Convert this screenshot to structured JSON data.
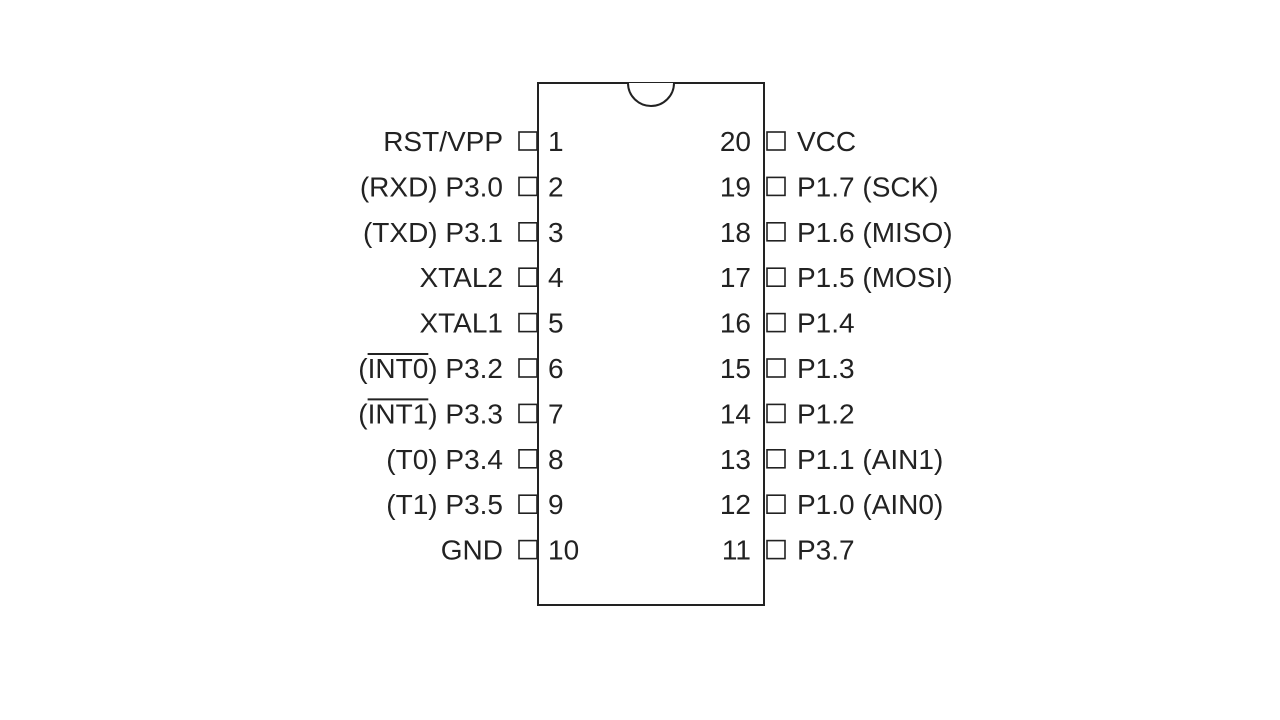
{
  "chip": {
    "left_pins": [
      {
        "num": "1",
        "parts": [
          {
            "t": "RST/VPP"
          }
        ]
      },
      {
        "num": "2",
        "parts": [
          {
            "t": "(RXD) P3.0"
          }
        ]
      },
      {
        "num": "3",
        "parts": [
          {
            "t": "(TXD) P3.1"
          }
        ]
      },
      {
        "num": "4",
        "parts": [
          {
            "t": "XTAL2"
          }
        ]
      },
      {
        "num": "5",
        "parts": [
          {
            "t": "XTAL1"
          }
        ]
      },
      {
        "num": "6",
        "parts": [
          {
            "t": "("
          },
          {
            "t": "INT0",
            "over": true
          },
          {
            "t": ") P3.2"
          }
        ]
      },
      {
        "num": "7",
        "parts": [
          {
            "t": "("
          },
          {
            "t": "INT1",
            "over": true
          },
          {
            "t": ") P3.3"
          }
        ]
      },
      {
        "num": "8",
        "parts": [
          {
            "t": "(T0) P3.4"
          }
        ]
      },
      {
        "num": "9",
        "parts": [
          {
            "t": "(T1) P3.5"
          }
        ]
      },
      {
        "num": "10",
        "parts": [
          {
            "t": "GND"
          }
        ]
      }
    ],
    "right_pins": [
      {
        "num": "20",
        "label": "VCC"
      },
      {
        "num": "19",
        "label": "P1.7 (SCK)"
      },
      {
        "num": "18",
        "label": "P1.6 (MISO)"
      },
      {
        "num": "17",
        "label": "P1.5 (MOSI)"
      },
      {
        "num": "16",
        "label": "P1.4"
      },
      {
        "num": "15",
        "label": "P1.3"
      },
      {
        "num": "14",
        "label": "P1.2"
      },
      {
        "num": "13",
        "label": "P1.1 (AIN1)"
      },
      {
        "num": "12",
        "label": "P1.0 (AIN0)"
      },
      {
        "num": "11",
        "label": "P3.7"
      }
    ],
    "colors": {
      "line": "#222222",
      "background": "#ffffff"
    }
  }
}
